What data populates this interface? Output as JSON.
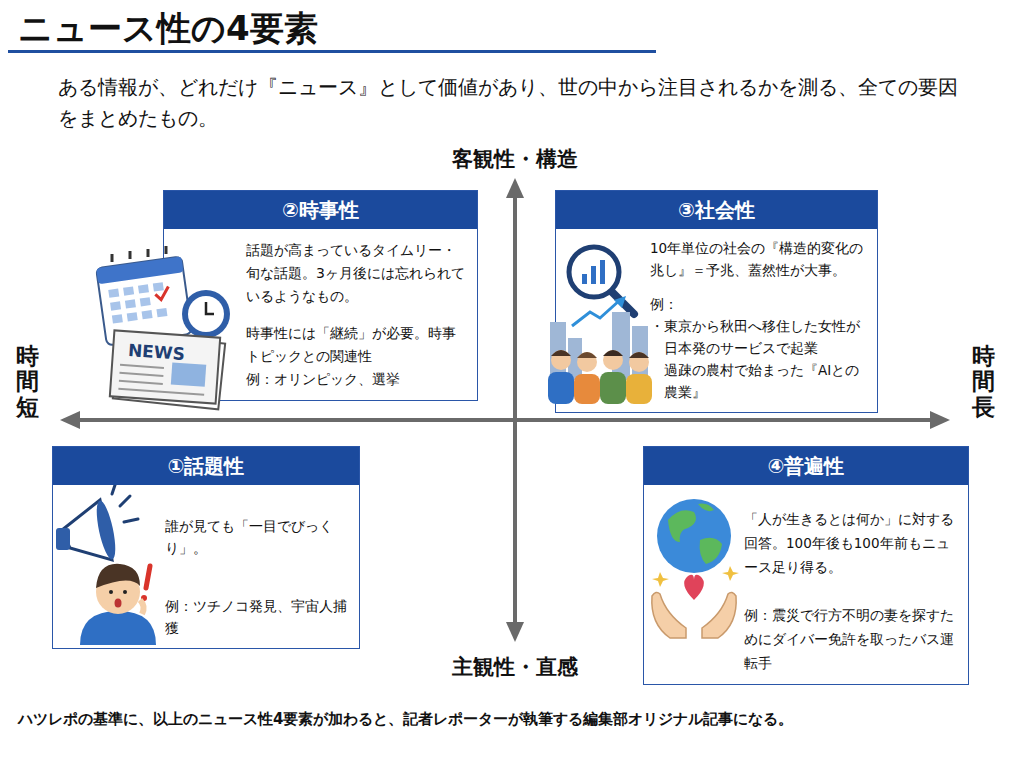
{
  "diagram": {
    "title": "ニュース性の4要素",
    "caption": "ハツレポの基準に、以上のニュース性4要素が加わると、記者レポーターが執筆する編集部オリジナル記事になる。",
    "nodes": [
      {
        "text": [
          "②時事性",
          "話題が高まっているタイムリー・旬な話題。3ヶ月後には忘れられているようなもの。",
          "時事性には「継続」が必要。時事トピックとの関連性",
          "例：オリンピック、選挙"
        ]
      },
      {
        "text": [
          "③社会性",
          "10年単位の社会の『構造的変化の兆し』＝予兆、蓋然性が大事。",
          "例：",
          "・東京から秋田へ移住した女性が日本発のサービスで起業",
          "過疎の農村で始まった『AIとの農業』"
        ]
      },
      {
        "text": [
          "①話題性",
          "誰が見ても「一目でびっくり」。",
          "例：ツチノコ発見、宇宙人捕獲"
        ]
      },
      {
        "text": [
          "④普遍性",
          "「人が生きるとは何か」に対する回答。100年後も100年前もニュース足り得る。",
          "例：震災で行方不明の妻を探すためにダイバー免許を取ったバス運転手"
        ]
      }
    ],
    "labels": [
      "ある情報が、どれだけ『ニュース』として価値があり、世の中から注目されるかを測る、全ての要因をまとめたもの。",
      "客観性・構造",
      "時間短",
      "時間長",
      "主観性・直感",
      "NEWS"
    ]
  }
}
